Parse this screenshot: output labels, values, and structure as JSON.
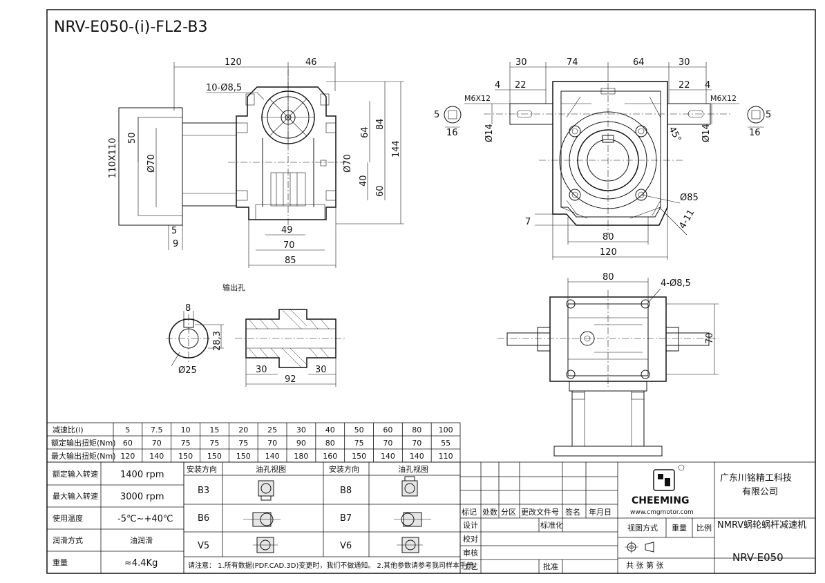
{
  "title": "NRV-E050-(i)-FL2-B3",
  "side_view_dims": {
    "top_left": "120",
    "top_right": "46",
    "holes": "10-Ø8,5",
    "flange_square": "110X110",
    "d50": "50",
    "d70_left": "Ø70",
    "d64": "64",
    "d84": "84",
    "d144": "144",
    "d70_right": "Ø70",
    "d40": "40",
    "d60": "60",
    "d5": "5",
    "d9": "9",
    "d49": "49",
    "d70_bottom": "70",
    "d85": "85"
  },
  "front_view_dims": {
    "d30_left": "30",
    "d74": "74",
    "d64": "64",
    "d30_right": "30",
    "d4_left": "4",
    "d22_left": "22",
    "d22_right": "22",
    "d4_right": "4",
    "thread_left": "M6X12",
    "thread_right": "M6X12",
    "key5_left": "5",
    "key16_left": "16",
    "key5_right": "5",
    "key16_right": "16",
    "shaft_left": "Ø14",
    "shaft_right": "Ø14",
    "angle": "45°",
    "pcd": "Ø85",
    "holes": "4-11",
    "d7": "7",
    "d80": "80",
    "d120": "120"
  },
  "output_hole": {
    "label": "输出孔",
    "key_w": "8",
    "key_h": "28,3",
    "bore": "Ø25",
    "d30_left": "30",
    "d92": "92",
    "d30_right": "30"
  },
  "bottom_view_dims": {
    "d80": "80",
    "holes": "4-Ø8,5",
    "d70": "70"
  },
  "spec_table": {
    "headers": [
      "减速比(i)",
      "额定输出扭矩(Nm)",
      "最大输出扭矩(Nm)"
    ],
    "ratios": [
      "5",
      "7.5",
      "10",
      "15",
      "20",
      "25",
      "30",
      "40",
      "50",
      "60",
      "80",
      "100"
    ],
    "rated_torque": [
      "60",
      "70",
      "75",
      "75",
      "75",
      "70",
      "90",
      "80",
      "75",
      "70",
      "70",
      "55"
    ],
    "max_torque": [
      "120",
      "140",
      "150",
      "150",
      "150",
      "140",
      "180",
      "160",
      "150",
      "140",
      "140",
      "110"
    ]
  },
  "props": [
    {
      "label": "额定输入转速",
      "value": "1400 rpm"
    },
    {
      "label": "最大输入转速",
      "value": "3000 rpm"
    },
    {
      "label": "使用温度",
      "value": "-5℃~+40℃"
    },
    {
      "label": "润滑方式",
      "value": "油润滑"
    },
    {
      "label": "重量",
      "value": "≈4.4Kg"
    }
  ],
  "mount_table": {
    "col_dir": "安装方向",
    "col_view": "油孔视图",
    "left_rows": [
      "B3",
      "B6",
      "V5"
    ],
    "right_rows": [
      "B8",
      "B7",
      "V6"
    ],
    "note": "请注意：  1.所有数据(PDF.CAD.3D)变更时，我们不做通知。  2.其他参数请参考我司样本手册。"
  },
  "title_block": {
    "rev_headers": [
      "标记",
      "处数",
      "分区",
      "更改文件号",
      "签名",
      "年月日"
    ],
    "rows": [
      "设计",
      "校对",
      "审核",
      "工艺"
    ],
    "std": "标准化",
    "approve": "批准",
    "view_method": "视图方式",
    "weight": "重量",
    "scale": "比例",
    "sheets": "共   张 第   张",
    "brand": "CHEEMING",
    "website": "www.cmgmotor.com",
    "company": "广东川铭精工科技有限公司",
    "product": "NMRV蜗轮蜗杆减速机",
    "model": "NRV-E050"
  }
}
